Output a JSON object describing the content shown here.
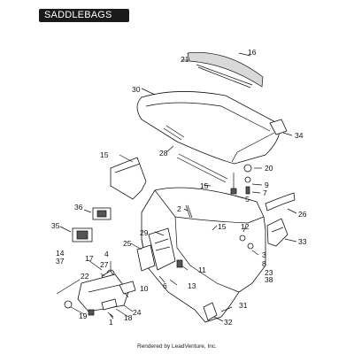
{
  "title": "SADDLEBAGS",
  "footer": "Rendered by LeadVenture, Inc.",
  "callouts": [
    "16",
    "21",
    "30",
    "34",
    "15",
    "28",
    "20",
    "9",
    "7",
    "5",
    "26",
    "15",
    "2",
    "33",
    "12",
    "36",
    "35",
    "15",
    "3",
    "8",
    "23",
    "38",
    "29",
    "25",
    "14",
    "37",
    "17",
    "4",
    "27",
    "11",
    "22",
    "10",
    "6",
    "13",
    "19",
    "1",
    "18",
    "24",
    "31",
    "32"
  ]
}
